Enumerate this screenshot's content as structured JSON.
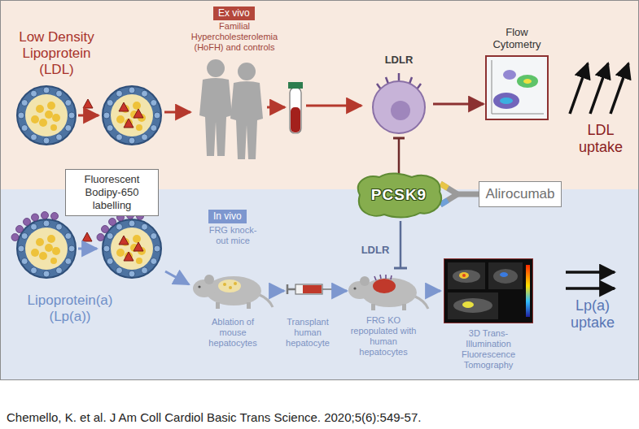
{
  "diagram": {
    "caption": "Chemello, K. et al. J Am Coll Cardiol Basic Trans Science. 2020;5(6):549-57.",
    "nodes": [
      {
        "text": [
          "Ex vivo"
        ]
      },
      {
        "text": [
          "In vivo"
        ]
      },
      {
        "text": [
          "Fluorescent Bodipy-650 labelling"
        ]
      },
      {
        "text": [
          "LDLR"
        ]
      },
      {
        "text": [
          "Flow Cytometry"
        ]
      },
      {
        "text": [
          "PCSK9"
        ]
      },
      {
        "text": [
          "Alirocumab"
        ]
      },
      {
        "text": [
          "3D Trans-Illumination Fluorescence Tomography"
        ]
      }
    ],
    "edges": [
      {
        "from": 3,
        "to": 4,
        "arrow": "to"
      },
      {
        "from": 5,
        "to": 3,
        "arrow": "to"
      }
    ],
    "labels": [
      "Low Density Lipoprotein (LDL)",
      "Familial Hypercholesterolemia (HoFH) and controls",
      "LDL uptake",
      "FRG knock-out mice",
      "LDLR",
      "Ablation of mouse hepatocytes",
      "Transplant human hepatocyte",
      "FRG KO repopulated with human hepatocytes",
      "Lipoprotein(a) (Lp(a))",
      "Lp(a) uptake"
    ]
  }
}
